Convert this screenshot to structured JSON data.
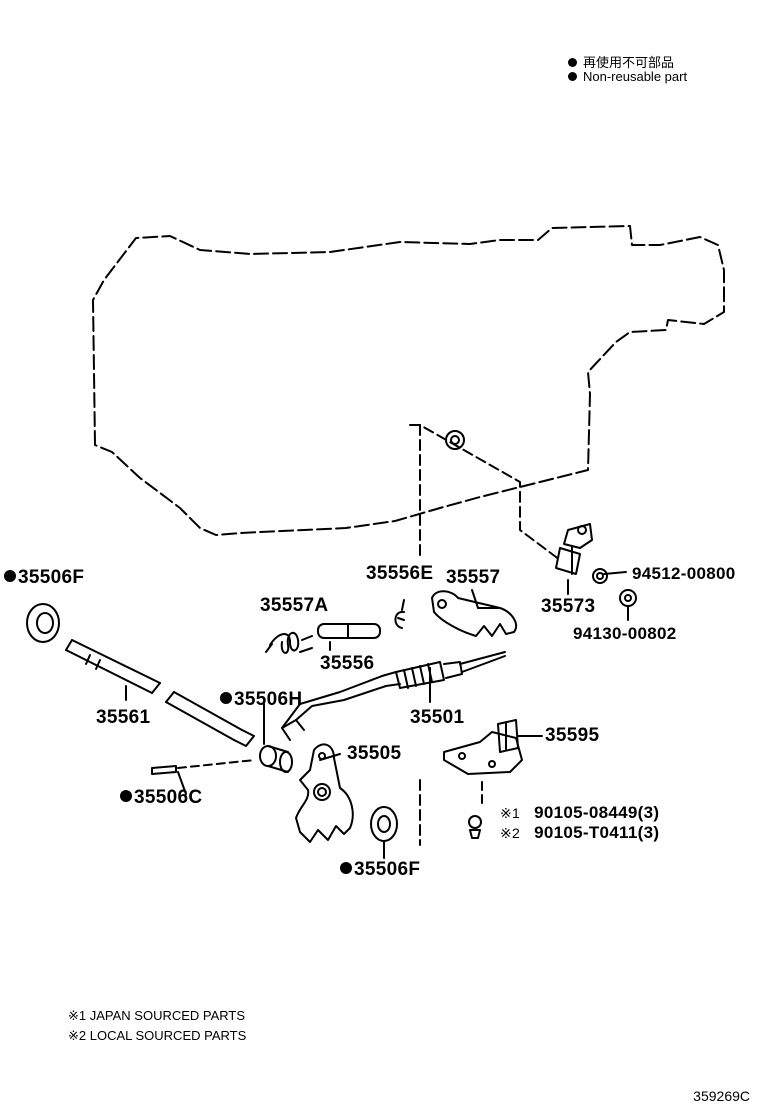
{
  "legend": {
    "line1": "再使用不可部品",
    "line2": "Non-reusable part"
  },
  "parts": {
    "p35506F_top": "35506F",
    "p35561": "35561",
    "p35557A": "35557A",
    "p35556": "35556",
    "p35556E": "35556E",
    "p35557": "35557",
    "p35573": "35573",
    "p94512": "94512-00800",
    "p94130": "94130-00802",
    "p35506H": "35506H",
    "p35501": "35501",
    "p35595": "35595",
    "p35505": "35505",
    "p35506C": "35506C",
    "p35506F_bottom": "35506F",
    "bolt1_mark": "※1",
    "bolt1": "90105-08449(3)",
    "bolt2_mark": "※2",
    "bolt2": "90105-T0411(3)"
  },
  "notes": {
    "note1": "※1 JAPAN SOURCED PARTS",
    "note2": "※2 LOCAL SOURCED PARTS"
  },
  "figure_id": "359269C"
}
